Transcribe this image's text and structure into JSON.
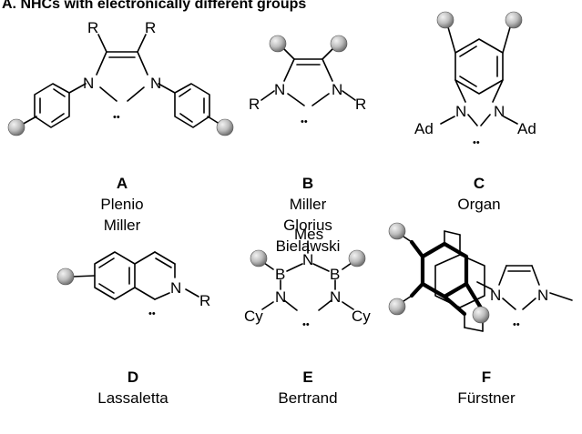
{
  "title": "A. NHCs with electronically different groups",
  "atoms": {
    "R": "R",
    "N": "N",
    "B": "B",
    "Ad": "Ad",
    "Cy": "Cy",
    "Mes": "Mes",
    "lone_pair": "••"
  },
  "compounds": [
    {
      "letter": "A",
      "authors": [
        "Plenio",
        "Miller"
      ]
    },
    {
      "letter": "B",
      "authors": [
        "Miller",
        "Glorius",
        "Bielawski"
      ]
    },
    {
      "letter": "C",
      "authors": [
        "Organ"
      ]
    },
    {
      "letter": "D",
      "authors": [
        "Lassaletta"
      ]
    },
    {
      "letter": "E",
      "authors": [
        "Bertrand"
      ]
    },
    {
      "letter": "F",
      "authors": [
        "Fürstner"
      ]
    }
  ],
  "colors": {
    "sphere_light": "#f2f2f2",
    "sphere_mid": "#bdbdbd",
    "sphere_dark": "#6e6e6e"
  }
}
